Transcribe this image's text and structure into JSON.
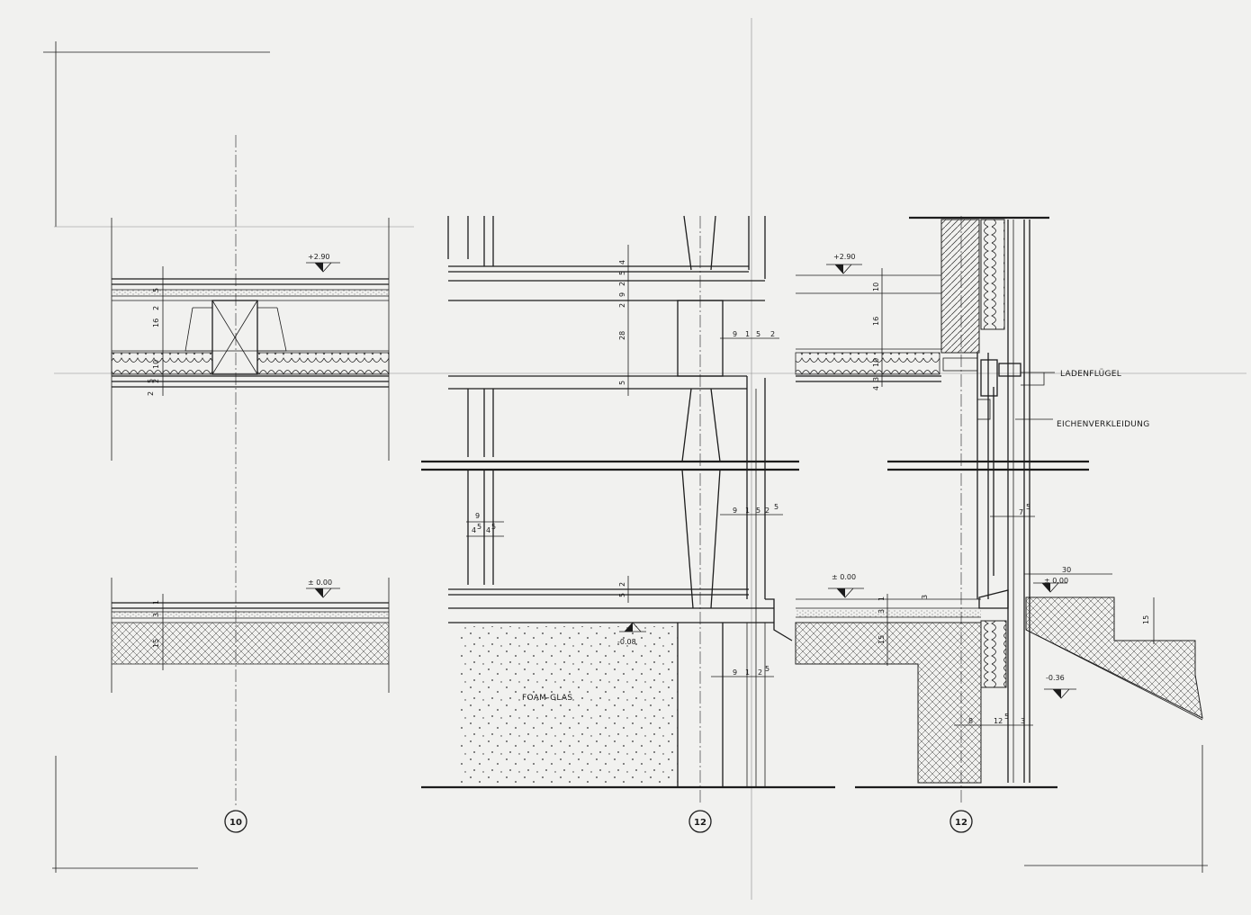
{
  "drawing": {
    "elevations": [
      "+2.90",
      "± 0.00",
      "-0.08",
      "-0.36"
    ],
    "labels": {
      "shutter": "LADENFLÜGEL",
      "oak_cladding": "EICHENVERKLEIDUNG",
      "foam_glass": "FOAM-GLAS"
    },
    "axes": [
      "10",
      "12",
      "12"
    ],
    "dimensions": {
      "left_ceiling": [
        "5",
        "2",
        "16",
        "10",
        "5",
        "2",
        "2"
      ],
      "left_floor": [
        "1",
        "3",
        "15"
      ],
      "mid_col": [
        "4",
        "5",
        "2",
        "9",
        "2",
        "28",
        "5",
        "2",
        "5"
      ],
      "mid_chain_a": [
        "9",
        "1",
        "5",
        "2"
      ],
      "mid_chain_b": [
        "9",
        "1",
        "5",
        "2",
        "5"
      ],
      "mid_chain_c": [
        "9",
        "1",
        "2",
        "5"
      ],
      "mid_small": [
        "9",
        "4",
        "5",
        "4",
        "5"
      ],
      "right_ceiling": [
        "10",
        "16",
        "10",
        "3",
        "4"
      ],
      "right_floor": [
        "1",
        "3",
        "15",
        "3"
      ],
      "right_bottom": [
        "8",
        "12",
        "5",
        "3"
      ],
      "right_misc": [
        "30",
        "15",
        "7",
        "5"
      ]
    }
  }
}
